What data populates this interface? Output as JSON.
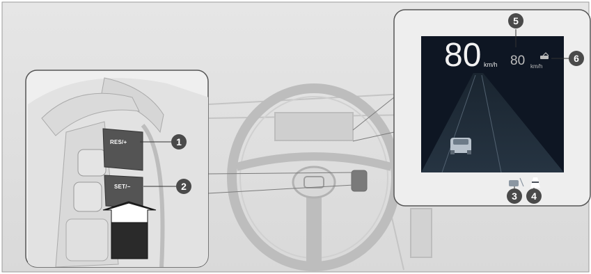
{
  "buttons": {
    "res_label": "RES/+",
    "set_label": "SET/−"
  },
  "hud": {
    "current_speed": "80",
    "current_unit": "km/h",
    "set_speed": "80",
    "set_unit": "km/h"
  },
  "callouts": {
    "c1": "1",
    "c2": "2",
    "c3": "3",
    "c4": "4",
    "c5": "5",
    "c6": "6"
  },
  "icons": {
    "arrow": "press-arrow-icon",
    "vehicle_ahead": "vehicle-ahead-icon",
    "lane": "lane-keeping-icon",
    "following_interval": "following-interval-icon"
  },
  "colors": {
    "background": "#ffffff",
    "frame": "#e9e9e9",
    "hud_background": "#0e1623",
    "callout": "#4a4a4a"
  }
}
